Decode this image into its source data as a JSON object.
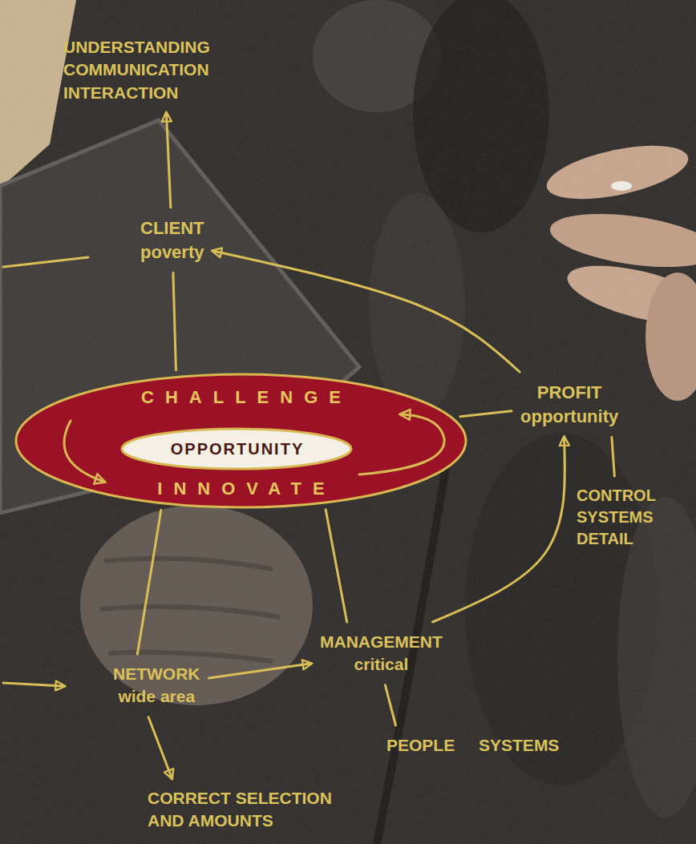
{
  "diagram": {
    "nodes": [
      {
        "text": [
          "UNDERSTANDING COMMUNICATION INTERACTION"
        ]
      },
      {
        "text": [
          "CLIENT",
          "poverty"
        ]
      },
      {
        "text": [
          "CHALLENGE",
          "INNOVATE"
        ]
      },
      {
        "text": [
          "OPPORTUNITY"
        ],
        "in": 2
      },
      {
        "text": [
          "PROFIT",
          "opportunity"
        ]
      },
      {
        "text": [
          "CONTROL SYSTEMS DETAIL"
        ]
      },
      {
        "text": [
          "NETWORK",
          "wide area"
        ]
      },
      {
        "text": [
          "MANAGEMENT",
          "critical"
        ]
      },
      {
        "text": [
          "PEOPLE SYSTEMS"
        ]
      },
      {
        "text": [
          "CORRECT SELECTION AND AMOUNTS"
        ]
      }
    ],
    "edges": [
      {
        "from": 1,
        "to": 0,
        "arrow": "to"
      },
      {
        "from": 1,
        "to": 2,
        "arrow": "none"
      },
      {
        "from": 4,
        "to": 1,
        "arrow": "to"
      },
      {
        "from": 2,
        "to": 4,
        "arrow": "none"
      },
      {
        "from": 4,
        "to": 5,
        "arrow": "none"
      },
      {
        "from": 2,
        "to": 6,
        "arrow": "none"
      },
      {
        "from": 2,
        "to": 7,
        "arrow": "none"
      },
      {
        "from": 6,
        "to": 7,
        "arrow": "to"
      },
      {
        "from": 7,
        "to": 4,
        "arrow": "to"
      },
      {
        "from": 7,
        "to": 8,
        "arrow": "none"
      },
      {
        "from": 6,
        "to": 9,
        "arrow": "to"
      }
    ]
  }
}
